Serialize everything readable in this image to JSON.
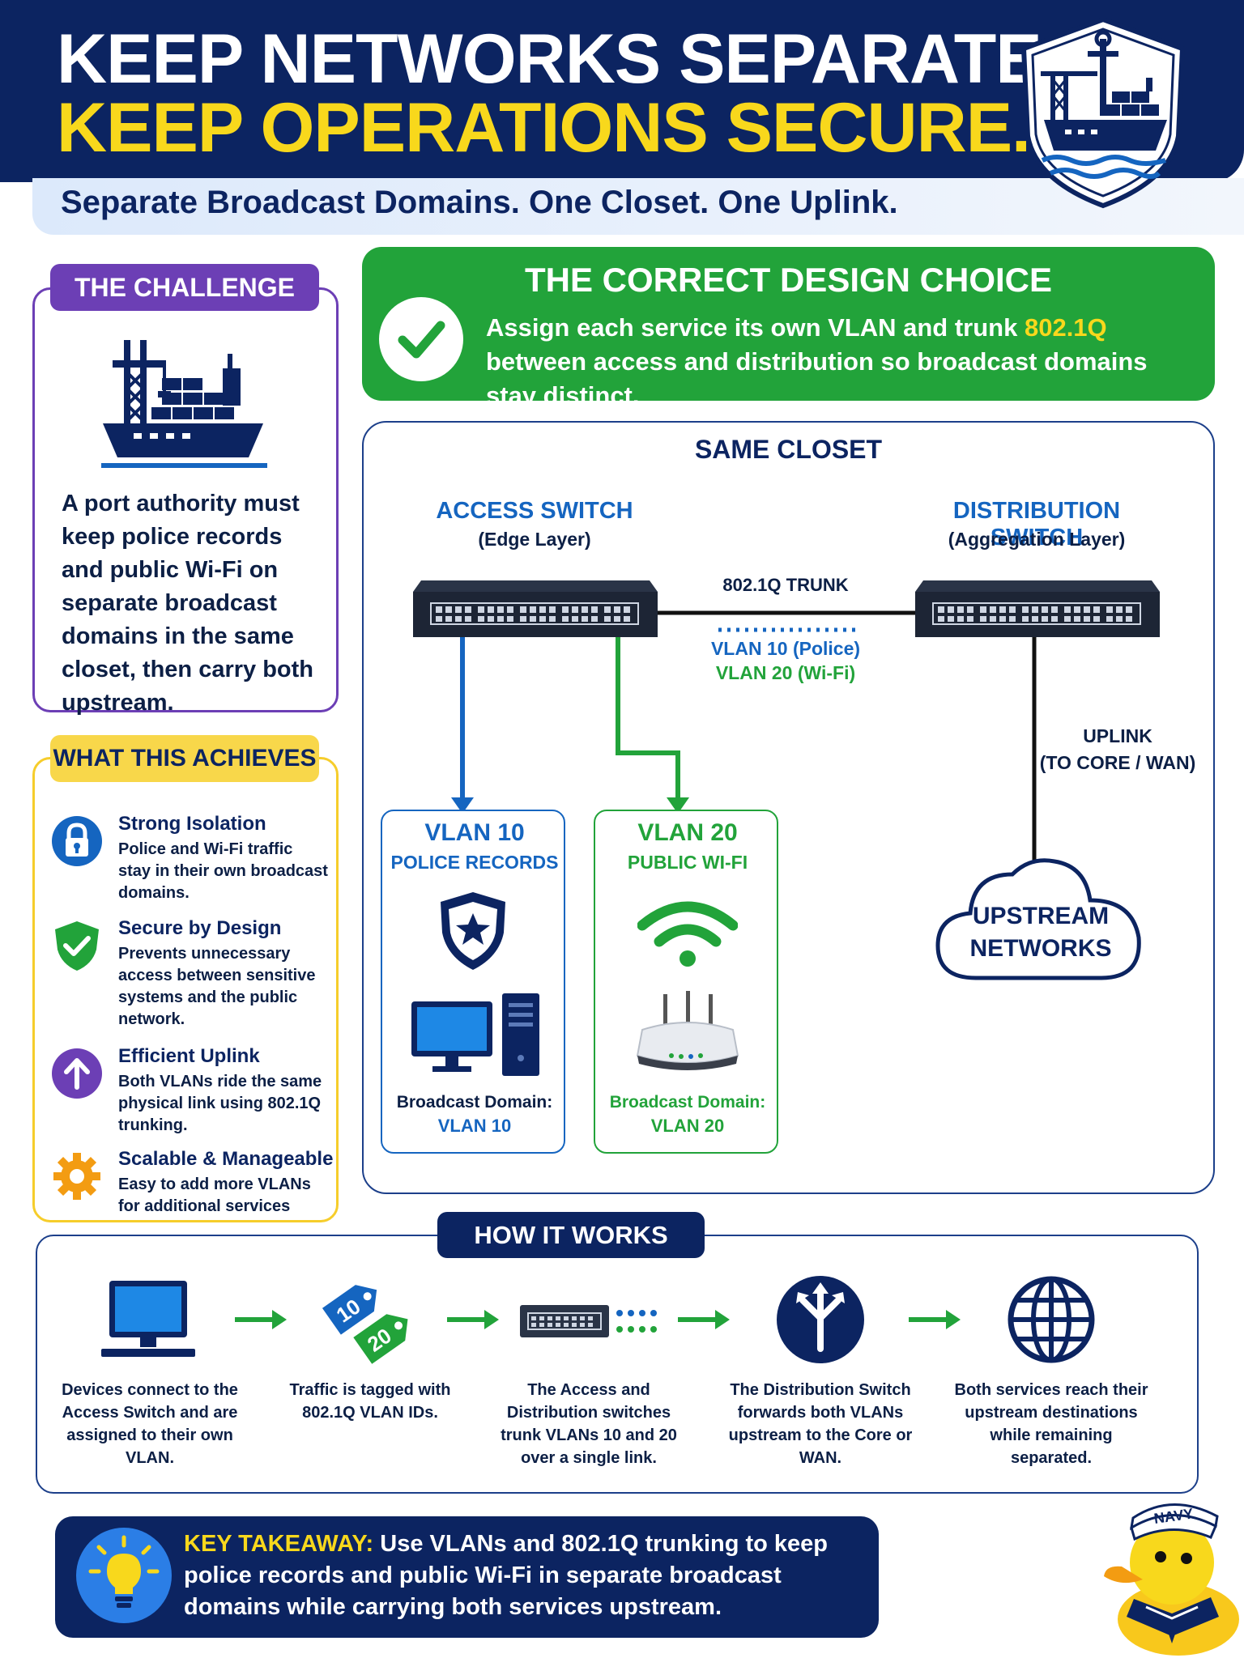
{
  "header": {
    "title_line1": "KEEP NETWORKS SEPARATE.",
    "title_line2": "KEEP OPERATIONS SECURE.",
    "subtitle": "Separate Broadcast Domains. One Closet. One Uplink."
  },
  "challenge": {
    "heading": "THE CHALLENGE",
    "text": "A port authority must keep police records and public Wi-Fi on separate broadcast domains in the same closet, then carry both upstream."
  },
  "achieves": {
    "heading": "WHAT THIS ACHIEVES",
    "items": [
      {
        "title": "Strong Isolation",
        "desc": "Police and Wi-Fi traffic stay in their own broadcast domains.",
        "icon": "lock-icon"
      },
      {
        "title": "Secure by Design",
        "desc": "Prevents unnecessary access between sensitive systems and the public network.",
        "icon": "shield-check-icon"
      },
      {
        "title": "Efficient Uplink",
        "desc": "Both VLANs ride the same physical link using 802.1Q trunking.",
        "icon": "arrow-up-icon"
      },
      {
        "title": "Scalable & Manageable",
        "desc": "Easy to add more VLANs for additional services",
        "icon": "gear-icon"
      }
    ]
  },
  "correct": {
    "heading": "THE CORRECT DESIGN CHOICE",
    "text_before": "Assign each service its own VLAN and trunk ",
    "highlight": "802.1Q",
    "text_after": " between access and distribution so broadcast domains stay distinct."
  },
  "diagram": {
    "closet_label": "SAME CLOSET",
    "access_switch": {
      "title": "ACCESS SWITCH",
      "sub": "(Edge Layer)"
    },
    "distribution_switch": {
      "title": "DISTRIBUTION SWITCH",
      "sub": "(Aggregation Layer)"
    },
    "trunk_label": "802.1Q TRUNK",
    "trunk_vlan10": "VLAN 10 (Police)",
    "trunk_vlan20": "VLAN 20 (Wi-Fi)",
    "uplink_line1": "UPLINK",
    "uplink_line2": "(TO CORE / WAN)",
    "vlan10": {
      "name": "VLAN 10",
      "sub": "POLICE RECORDS",
      "bd_label": "Broadcast Domain:",
      "bd_value": "VLAN 10"
    },
    "vlan20": {
      "name": "VLAN 20",
      "sub": "PUBLIC WI-FI",
      "bd_label": "Broadcast Domain:",
      "bd_value": "VLAN 20"
    },
    "upstream_line1": "UPSTREAM",
    "upstream_line2": "NETWORKS"
  },
  "how": {
    "heading": "HOW IT WORKS",
    "steps": [
      {
        "text": "Devices connect to the Access Switch and are assigned to their own VLAN.",
        "icon": "computer-icon"
      },
      {
        "text": "Traffic is tagged with 802.1Q VLAN IDs.",
        "icon": "vlan-tag-icon",
        "tag1": "10",
        "tag2": "20"
      },
      {
        "text": "The Access and Distribution switches trunk VLANs 10 and 20 over a single link.",
        "icon": "switch-trunk-icon"
      },
      {
        "text": "The Distribution Switch forwards both VLANs upstream to the Core or WAN.",
        "icon": "route-split-icon"
      },
      {
        "text": "Both services reach their upstream destinations while remaining separated.",
        "icon": "globe-icon"
      }
    ]
  },
  "takeaway": {
    "label": "KEY TAKEAWAY:",
    "text": " Use VLANs and 802.1Q trunking to keep police records and public Wi-Fi in separate broadcast domains while carrying both services upstream."
  },
  "mascot": {
    "hat_text": "NAVY"
  },
  "colors": {
    "navy": "#0c2461",
    "yellow": "#f8d81c",
    "green": "#22a33a",
    "blue": "#1565c0",
    "purple": "#6c3fb5"
  }
}
